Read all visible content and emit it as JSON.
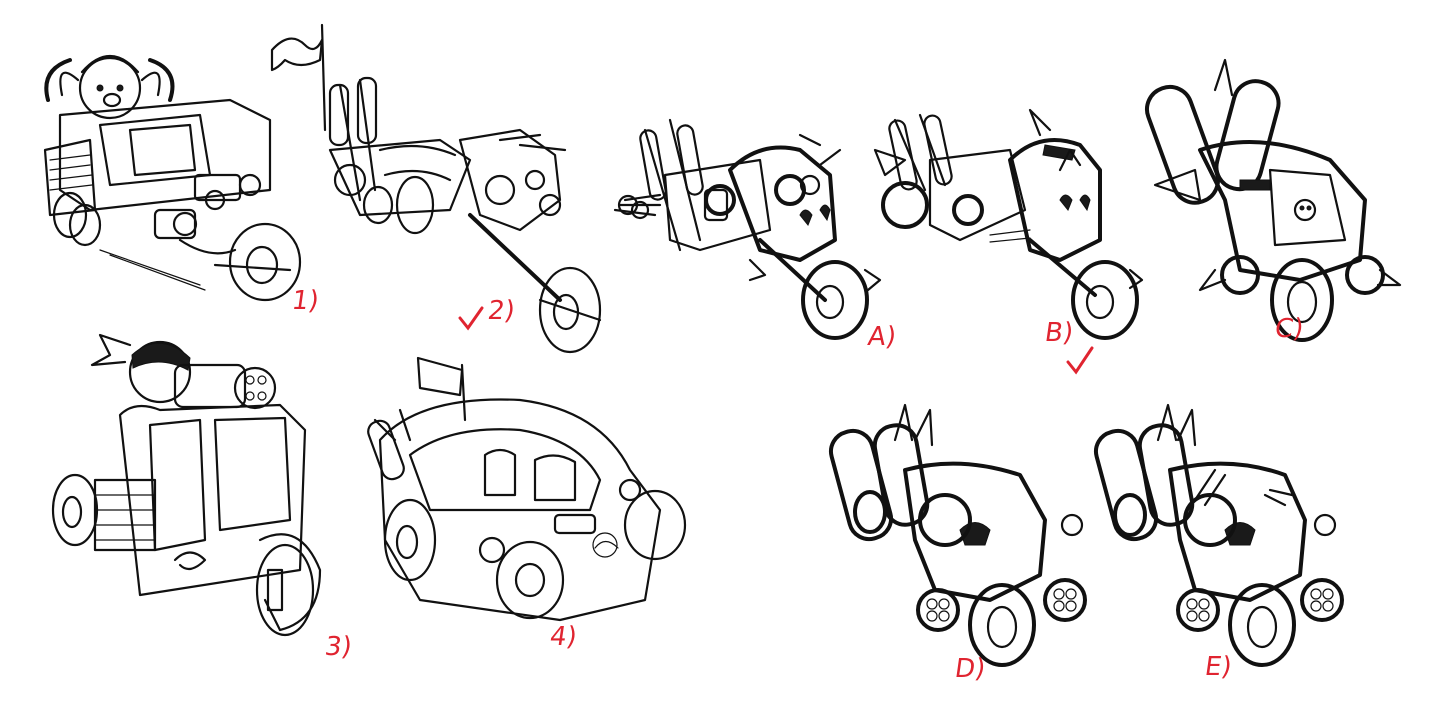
{
  "sketches": [
    {
      "id": "1",
      "label": "1)",
      "subject": "tuk-tuk with viking rider"
    },
    {
      "id": "2",
      "label": "2)",
      "subject": "long chopper motorcycle with flag",
      "checked": true
    },
    {
      "id": "3",
      "label": "3)",
      "subject": "tuk-tuk with gatling gun rider"
    },
    {
      "id": "4",
      "label": "4)",
      "subject": "beetle car with flag"
    },
    {
      "id": "A",
      "label": "A)",
      "subject": "skull chopper motorcycle"
    },
    {
      "id": "B",
      "label": "B)",
      "subject": "spiked chopper motorcycle",
      "checked": true
    },
    {
      "id": "C",
      "label": "C)",
      "subject": "front view trike with drill"
    },
    {
      "id": "D",
      "label": "D)",
      "subject": "front view spiked trike"
    },
    {
      "id": "E",
      "label": "E)",
      "subject": "front view spiked trike with pipes"
    }
  ],
  "colors": {
    "ink": "#111111",
    "annotation": "#e02430",
    "paper": "#ffffff"
  },
  "icons": {
    "check": "check-mark-icon"
  }
}
